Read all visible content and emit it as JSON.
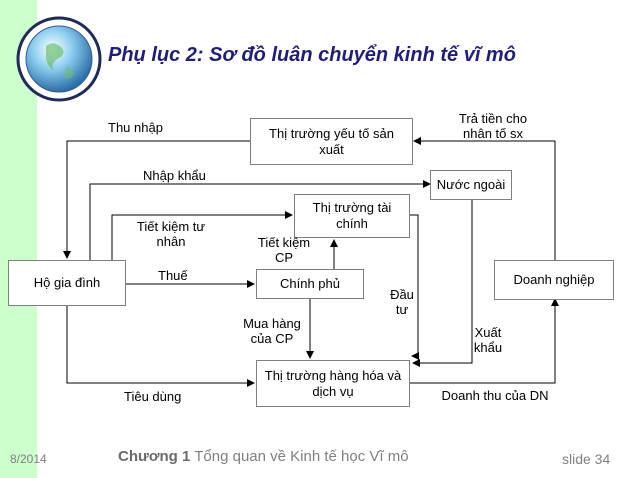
{
  "header": {
    "title": "Phụ lục 2: Sơ đồ luân chuyển kinh tế vĩ mô"
  },
  "nodes": {
    "factor_market": "Thị trường yếu tố sản xuất",
    "foreign": "Nước ngoài",
    "financial_market": "Thị trường tài chính",
    "household": "Hộ gia đình",
    "government": "Chính phủ",
    "firm": "Doanh nghiệp",
    "goods_market": "Thị trường hàng hóa và dịch vụ"
  },
  "labels": {
    "income": "Thu nhập",
    "factor_payment": "Trả tiền cho nhân tố sx",
    "imports": "Nhập khẩu",
    "private_saving": "Tiết kiệm tư nhân",
    "gov_saving": "Tiết kiệm CP",
    "tax": "Thuế",
    "investment": "Đầu tư",
    "gov_purchase": "Mua hàng của CP",
    "exports": "Xuất khẩu",
    "consumption": "Tiêu dùng",
    "firm_revenue": "Doanh thu của DN"
  },
  "footer": {
    "date": "8/2014",
    "chapter": "Chương 1",
    "chapter_title": "Tổng quan về Kinh tế học Vĩ mô",
    "slide": "slide 34"
  }
}
